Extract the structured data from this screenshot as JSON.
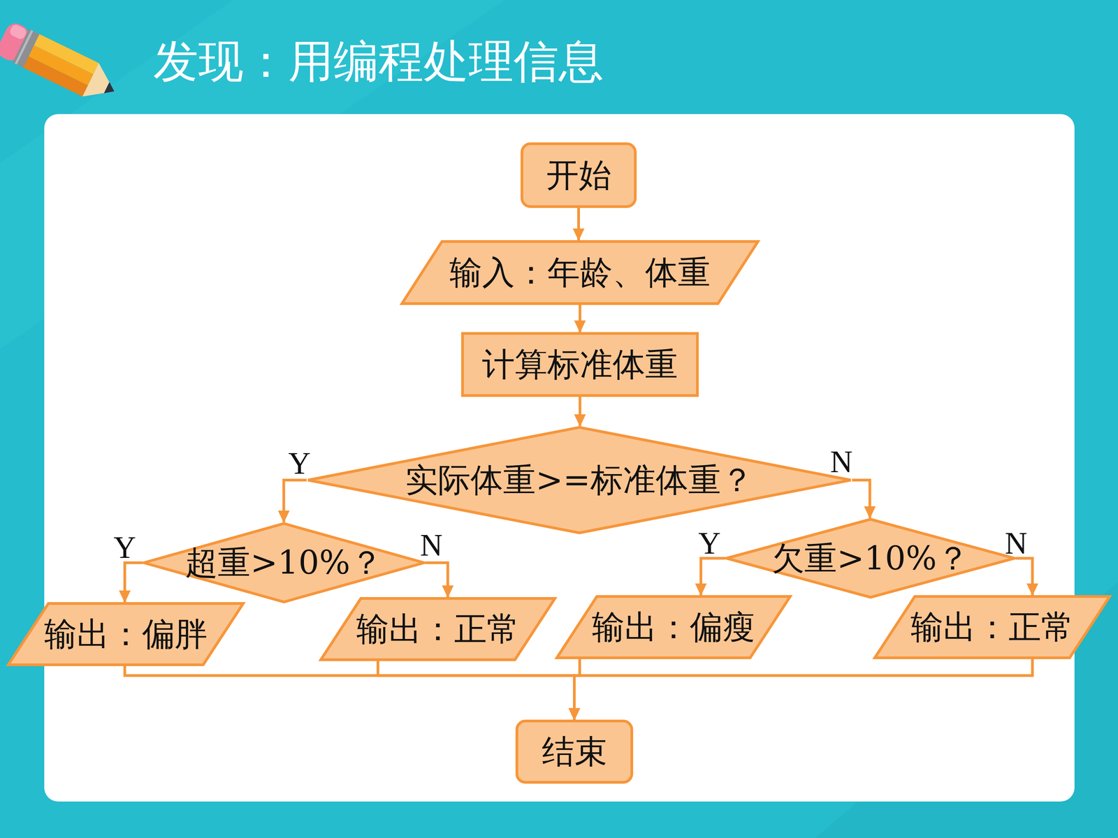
{
  "diagram": {
    "title": "发现：用编程处理信息",
    "nodes": [
      {
        "text": [
          "开始"
        ]
      },
      {
        "text": [
          "输入：年龄、体重"
        ]
      },
      {
        "text": [
          "计算标准体重"
        ]
      },
      {
        "text": [
          "实际体重>=标准体重？"
        ]
      },
      {
        "text": [
          "超重>10%？"
        ]
      },
      {
        "text": [
          "欠重>10%？"
        ]
      },
      {
        "text": [
          "输出：偏胖"
        ]
      },
      {
        "text": [
          "输出：正常"
        ]
      },
      {
        "text": [
          "输出：偏瘦"
        ]
      },
      {
        "text": [
          "输出：正常"
        ]
      },
      {
        "text": [
          "结束"
        ]
      }
    ],
    "edges": [
      {
        "from": 0,
        "to": 1,
        "arrow": "to"
      },
      {
        "from": 1,
        "to": 2,
        "arrow": "to"
      },
      {
        "from": 2,
        "to": 3,
        "arrow": "to"
      },
      {
        "from": 3,
        "to": 4,
        "label": "Y",
        "arrow": "to"
      },
      {
        "from": 3,
        "to": 5,
        "label": "N",
        "arrow": "to"
      },
      {
        "from": 4,
        "to": 6,
        "label": "Y",
        "arrow": "to"
      },
      {
        "from": 4,
        "to": 7,
        "label": "N",
        "arrow": "to"
      },
      {
        "from": 5,
        "to": 8,
        "label": "Y",
        "arrow": "to"
      },
      {
        "from": 5,
        "to": 9,
        "label": "N",
        "arrow": "to"
      },
      {
        "from": 6,
        "to": 10,
        "arrow": "to"
      },
      {
        "from": 7,
        "to": 10,
        "arrow": "to"
      },
      {
        "from": 8,
        "to": 10,
        "arrow": "to"
      },
      {
        "from": 9,
        "to": 10,
        "arrow": "to"
      }
    ]
  }
}
